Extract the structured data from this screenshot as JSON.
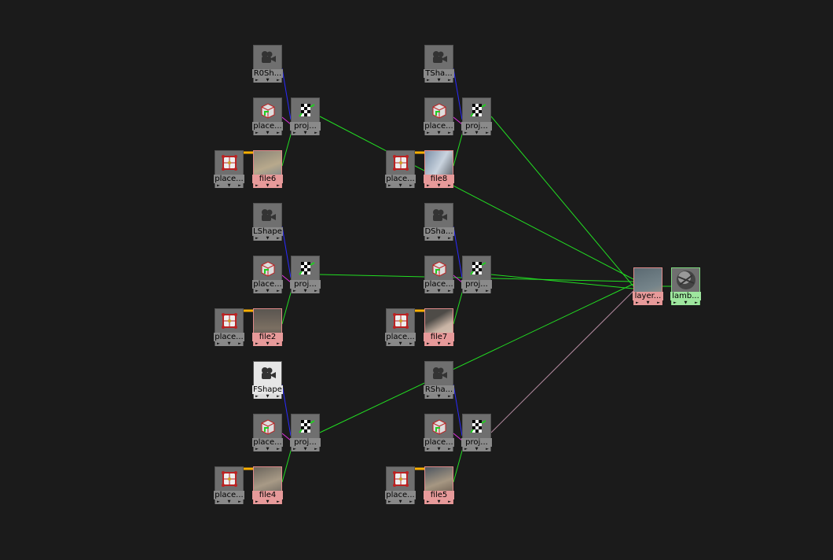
{
  "nodes": [
    {
      "id": "cam1",
      "label": "R0Sh...",
      "type": "camera"
    },
    {
      "id": "p3d1",
      "label": "place...",
      "type": "place3d"
    },
    {
      "id": "proj1",
      "label": "proj...",
      "type": "projection"
    },
    {
      "id": "p2d1",
      "label": "place...",
      "type": "place2d"
    },
    {
      "id": "file6",
      "label": "file6",
      "type": "file"
    },
    {
      "id": "cam2",
      "label": "LShape",
      "type": "camera"
    },
    {
      "id": "p3d2",
      "label": "place...",
      "type": "place3d"
    },
    {
      "id": "proj2",
      "label": "proj...",
      "type": "projection"
    },
    {
      "id": "p2d2",
      "label": "place...",
      "type": "place2d"
    },
    {
      "id": "file2",
      "label": "file2",
      "type": "file"
    },
    {
      "id": "cam3",
      "label": "FShape",
      "type": "camera",
      "selected": true
    },
    {
      "id": "p3d3",
      "label": "place...",
      "type": "place3d"
    },
    {
      "id": "proj3",
      "label": "proj...",
      "type": "projection"
    },
    {
      "id": "p2d3",
      "label": "place...",
      "type": "place2d"
    },
    {
      "id": "file4",
      "label": "file4",
      "type": "file"
    },
    {
      "id": "cam4",
      "label": "TSha...",
      "type": "camera"
    },
    {
      "id": "p3d4",
      "label": "place...",
      "type": "place3d"
    },
    {
      "id": "proj4",
      "label": "proj...",
      "type": "projection"
    },
    {
      "id": "p2d4",
      "label": "place...",
      "type": "place2d"
    },
    {
      "id": "file8",
      "label": "file8",
      "type": "file"
    },
    {
      "id": "cam5",
      "label": "DSha...",
      "type": "camera"
    },
    {
      "id": "p3d5",
      "label": "place...",
      "type": "place3d"
    },
    {
      "id": "proj5",
      "label": "proj...",
      "type": "projection"
    },
    {
      "id": "p2d5",
      "label": "place...",
      "type": "place2d"
    },
    {
      "id": "file7",
      "label": "file7",
      "type": "file"
    },
    {
      "id": "cam6",
      "label": "RSha...",
      "type": "camera"
    },
    {
      "id": "p3d6",
      "label": "place...",
      "type": "place3d"
    },
    {
      "id": "proj6",
      "label": "proj...",
      "type": "projection"
    },
    {
      "id": "p2d6",
      "label": "place...",
      "type": "place2d"
    },
    {
      "id": "file5",
      "label": "file5",
      "type": "file"
    },
    {
      "id": "layered",
      "label": "layer...",
      "type": "file"
    },
    {
      "id": "lambert",
      "label": "lamb...",
      "type": "lambert"
    }
  ],
  "colors": {
    "camera_link": "#2a2aff",
    "place3d_link": "#e030e0",
    "color_link": "#22dd22",
    "uv_link": "#ffb000",
    "background": "#1b1b1b"
  }
}
